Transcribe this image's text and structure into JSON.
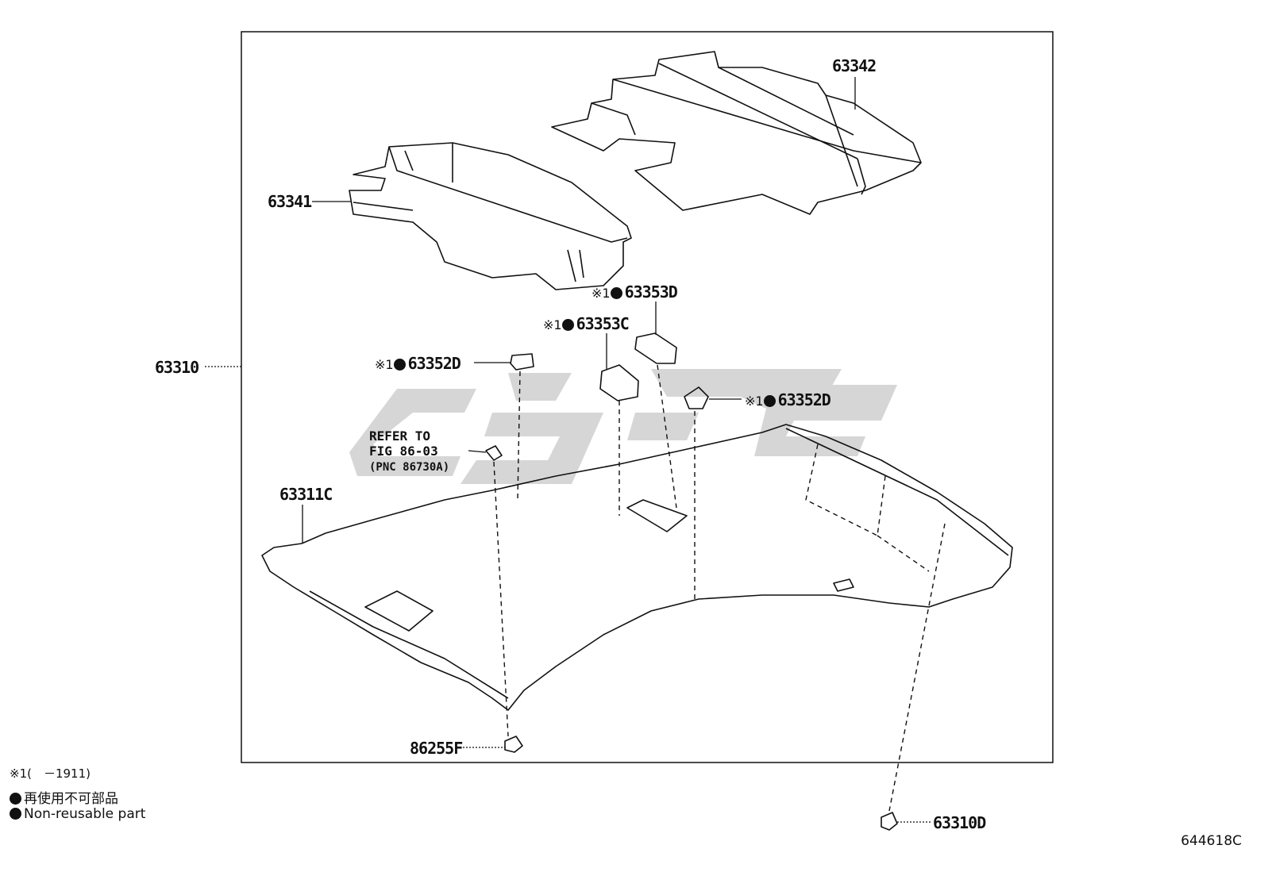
{
  "parts": {
    "p63342": "63342",
    "p63341": "63341",
    "p63310": "63310",
    "p63353D": "63353D",
    "p63353C": "63353C",
    "p63352D_left": "63352D",
    "p63352D_right": "63352D",
    "p63311C": "63311C",
    "p86255F": "86255F",
    "p63310D": "63310D"
  },
  "marker": "※1",
  "refer": {
    "line1": "REFER TO",
    "line2": "FIG 86-03",
    "line3": "(PNC 86730A)"
  },
  "legend": {
    "range": "※1(　－1911)",
    "non_reusable_jp": "再使用不可部品",
    "non_reusable_en": "Non-reusable part"
  },
  "diagram_id": "644618C",
  "colors": {
    "line": "#111111",
    "watermark": "#d9d9d9"
  }
}
